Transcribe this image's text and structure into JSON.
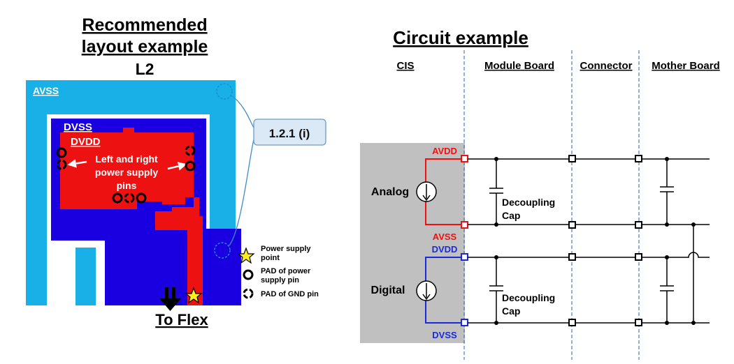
{
  "layout": {
    "title_line1": "Recommended",
    "title_line2": "layout example",
    "layer": "L2",
    "avss_label": "AVSS",
    "dvss_label": "DVSS",
    "dvdd_label": "DVDD",
    "note_line1": "Left and right",
    "note_line2": "power supply",
    "note_line3": "pins",
    "callout": "1.2.1 (i)",
    "to_flex": "To Flex",
    "colors": {
      "avss": "#18b0e6",
      "dvss": "#1a00e0",
      "dvdd": "#ee1111"
    }
  },
  "legend": {
    "power_point_line1": "Power supply",
    "power_point_line2": "point",
    "pad_power_line1": "PAD of power",
    "pad_power_line2": "supply pin",
    "pad_gnd": "PAD of GND pin"
  },
  "circuit": {
    "title": "Circuit example",
    "col_cis": "CIS",
    "col_module": "Module Board",
    "col_connector": "Connector",
    "col_mother": "Mother Board",
    "analog": "Analog",
    "digital": "Digital",
    "avdd": "AVDD",
    "avss": "AVSS",
    "dvdd": "DVDD",
    "dvss": "DVSS",
    "cap_line1": "Decoupling",
    "cap_line2": "Cap",
    "colors": {
      "analog": "#ee1111",
      "digital": "#1a2ad8",
      "box": "#c0c0c0"
    }
  }
}
